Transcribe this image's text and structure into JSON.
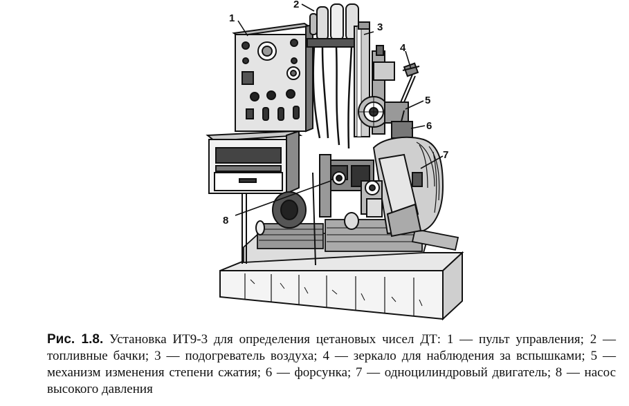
{
  "figure": {
    "callouts": [
      "1",
      "2",
      "3",
      "4",
      "5",
      "6",
      "7",
      "8"
    ]
  },
  "caption": {
    "label": "Рис. 1.8.",
    "text": "Установка ИТ9-3 для определения цетановых чисел ДТ: 1 — пульт управления; 2 — топливные бачки; 3 — подогреватель воздуха; 4 — зеркало для наблюдения за вспышками; 5 — механизм изменения степени сжатия; 6 — форсунка; 7 — одноцилиндровый двигатель; 8 — насос высокого давления"
  }
}
